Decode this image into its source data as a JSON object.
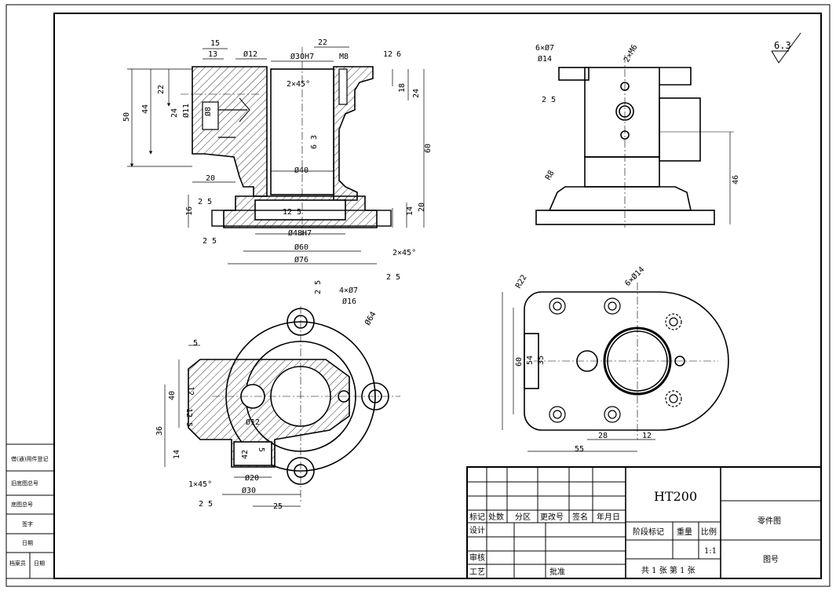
{
  "material": "HT200",
  "drawing_name": "零件图",
  "drawing_no_label": "图号",
  "scale_value": "1:1",
  "roughness_default": "6.3",
  "sheet_count": "共 1 张 第 1 张",
  "title_block": {
    "row_headers": [
      "标记",
      "处数",
      "分区",
      "更改号",
      "签名",
      "年月日"
    ],
    "design": "设计",
    "review": "审核",
    "process": "工艺",
    "approve": "批准",
    "stage_mark": "阶段标记",
    "weight": "重量",
    "scale": "比例"
  },
  "side_panel": [
    "借(通)用件登记",
    "旧底图总号",
    "底图总号",
    "签字",
    "日期",
    "档案员",
    "日期"
  ],
  "front_view": {
    "dims": {
      "d15": "15",
      "d13": "13",
      "phi12": "Ø12",
      "phi30h7": "Ø30H7",
      "d22": "22",
      "m8": "M8",
      "d12": "12",
      "d6": "6",
      "d22b": "22",
      "d50": "50",
      "d44": "44",
      "d24": "24",
      "d11": "Ø11",
      "d38": "Ø8",
      "chamfer": "2×45°",
      "d18": "18",
      "d24b": "24",
      "d60": "60",
      "d20": "20",
      "phi40": "Ø40",
      "d16": "16",
      "d14": "14",
      "d20b": "20",
      "phi48h7": "Ø48H7",
      "phi60": "Ø60",
      "phi76": "Ø76",
      "chamfer2": "2×45°",
      "r12_5": "12  5",
      "r6_3": "6  3",
      "r2_5a": "2  5",
      "r2_5b": "2  5",
      "r2_5c": "2  5"
    }
  },
  "side_view": {
    "dims": {
      "holes": "6×Ø7",
      "phi14": "Ø14",
      "m6": "2×M6",
      "d46": "46",
      "r8": "R8",
      "r2_5": "2  5"
    }
  },
  "section_view": {
    "dims": {
      "holes": "4×Ø7",
      "phi16": "Ø16",
      "phi64": "Ø64",
      "d5": "5",
      "d12": "12",
      "d40": "40",
      "d12b": "12  5",
      "d36": "36",
      "d14": "14",
      "phi12": "Ø12",
      "d42": "42",
      "d5b": "5",
      "chamfer": "1×45°",
      "phi20": "Ø20",
      "phi30": "Ø30",
      "d25": "25",
      "r2_5": "2  5",
      "r2_5b": "2  5"
    }
  },
  "top_view": {
    "dims": {
      "r22": "R22",
      "holes": "6×Ø14",
      "d60": "60",
      "d54": "54",
      "d35": "35",
      "d28": "28",
      "d12": "12",
      "d55": "55"
    }
  }
}
